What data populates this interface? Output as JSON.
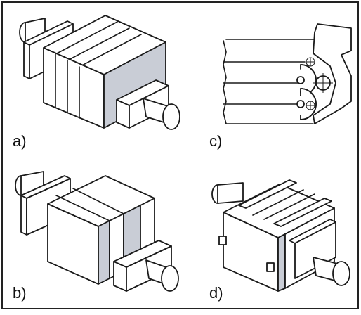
{
  "figure": {
    "panels": [
      {
        "id": "a",
        "label": "a)"
      },
      {
        "id": "c",
        "label": "c)"
      },
      {
        "id": "b",
        "label": "b)"
      },
      {
        "id": "d",
        "label": "d)"
      }
    ]
  }
}
